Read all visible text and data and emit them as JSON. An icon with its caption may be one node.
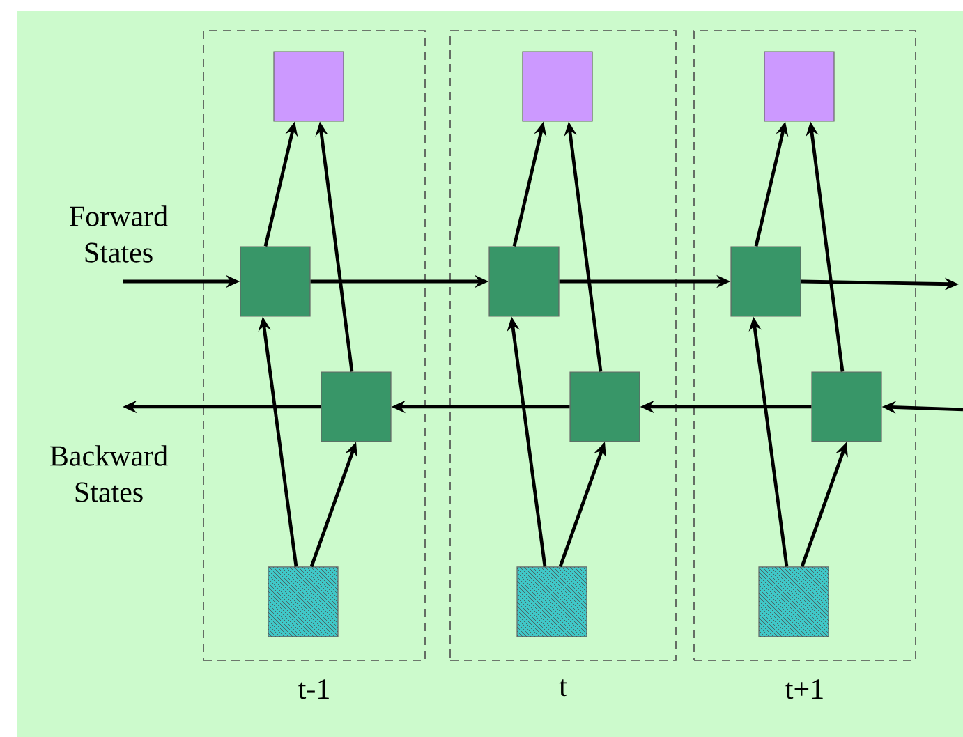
{
  "diagram": {
    "nodes": [
      {
        "text": [
          "t-1"
        ]
      },
      {
        "text": [],
        "shape": "box",
        "in": 0
      },
      {
        "text": [],
        "shape": "box",
        "in": 0
      },
      {
        "text": [],
        "shape": "box",
        "in": 0
      },
      {
        "text": [],
        "shape": "box",
        "in": 0
      },
      {
        "text": [
          "t"
        ]
      },
      {
        "text": [],
        "shape": "box",
        "in": 5
      },
      {
        "text": [],
        "shape": "box",
        "in": 5
      },
      {
        "text": [],
        "shape": "box",
        "in": 5
      },
      {
        "text": [],
        "shape": "box",
        "in": 5
      },
      {
        "text": [
          "t+1"
        ]
      },
      {
        "text": [],
        "shape": "box",
        "in": 10
      },
      {
        "text": [],
        "shape": "box",
        "in": 10
      },
      {
        "text": [],
        "shape": "box",
        "in": 10
      },
      {
        "text": [],
        "shape": "box",
        "in": 10
      }
    ],
    "edges": [
      {
        "from": 4,
        "to": 2,
        "arrow": "to"
      },
      {
        "from": 4,
        "to": 3,
        "arrow": "to"
      },
      {
        "from": 2,
        "to": 1,
        "arrow": "to"
      },
      {
        "from": 3,
        "to": 1,
        "arrow": "to"
      },
      {
        "from": 9,
        "to": 7,
        "arrow": "to"
      },
      {
        "from": 9,
        "to": 8,
        "arrow": "to"
      },
      {
        "from": 7,
        "to": 6,
        "arrow": "to"
      },
      {
        "from": 8,
        "to": 6,
        "arrow": "to"
      },
      {
        "from": 14,
        "to": 12,
        "arrow": "to"
      },
      {
        "from": 14,
        "to": 13,
        "arrow": "to"
      },
      {
        "from": 12,
        "to": 11,
        "arrow": "to"
      },
      {
        "from": 13,
        "to": 11,
        "arrow": "to"
      },
      {
        "from": null,
        "to": 2,
        "arrow": "to"
      },
      {
        "from": 2,
        "to": 7,
        "arrow": "to"
      },
      {
        "from": 7,
        "to": 12,
        "arrow": "to"
      },
      {
        "from": 12,
        "to": null,
        "arrow": "to"
      },
      {
        "from": null,
        "to": 13,
        "arrow": "to"
      },
      {
        "from": 13,
        "to": 8,
        "arrow": "to"
      },
      {
        "from": 8,
        "to": 3,
        "arrow": "to"
      },
      {
        "from": 3,
        "to": null,
        "arrow": "to"
      }
    ],
    "labels": [
      "Forward States",
      "Backward States"
    ]
  }
}
